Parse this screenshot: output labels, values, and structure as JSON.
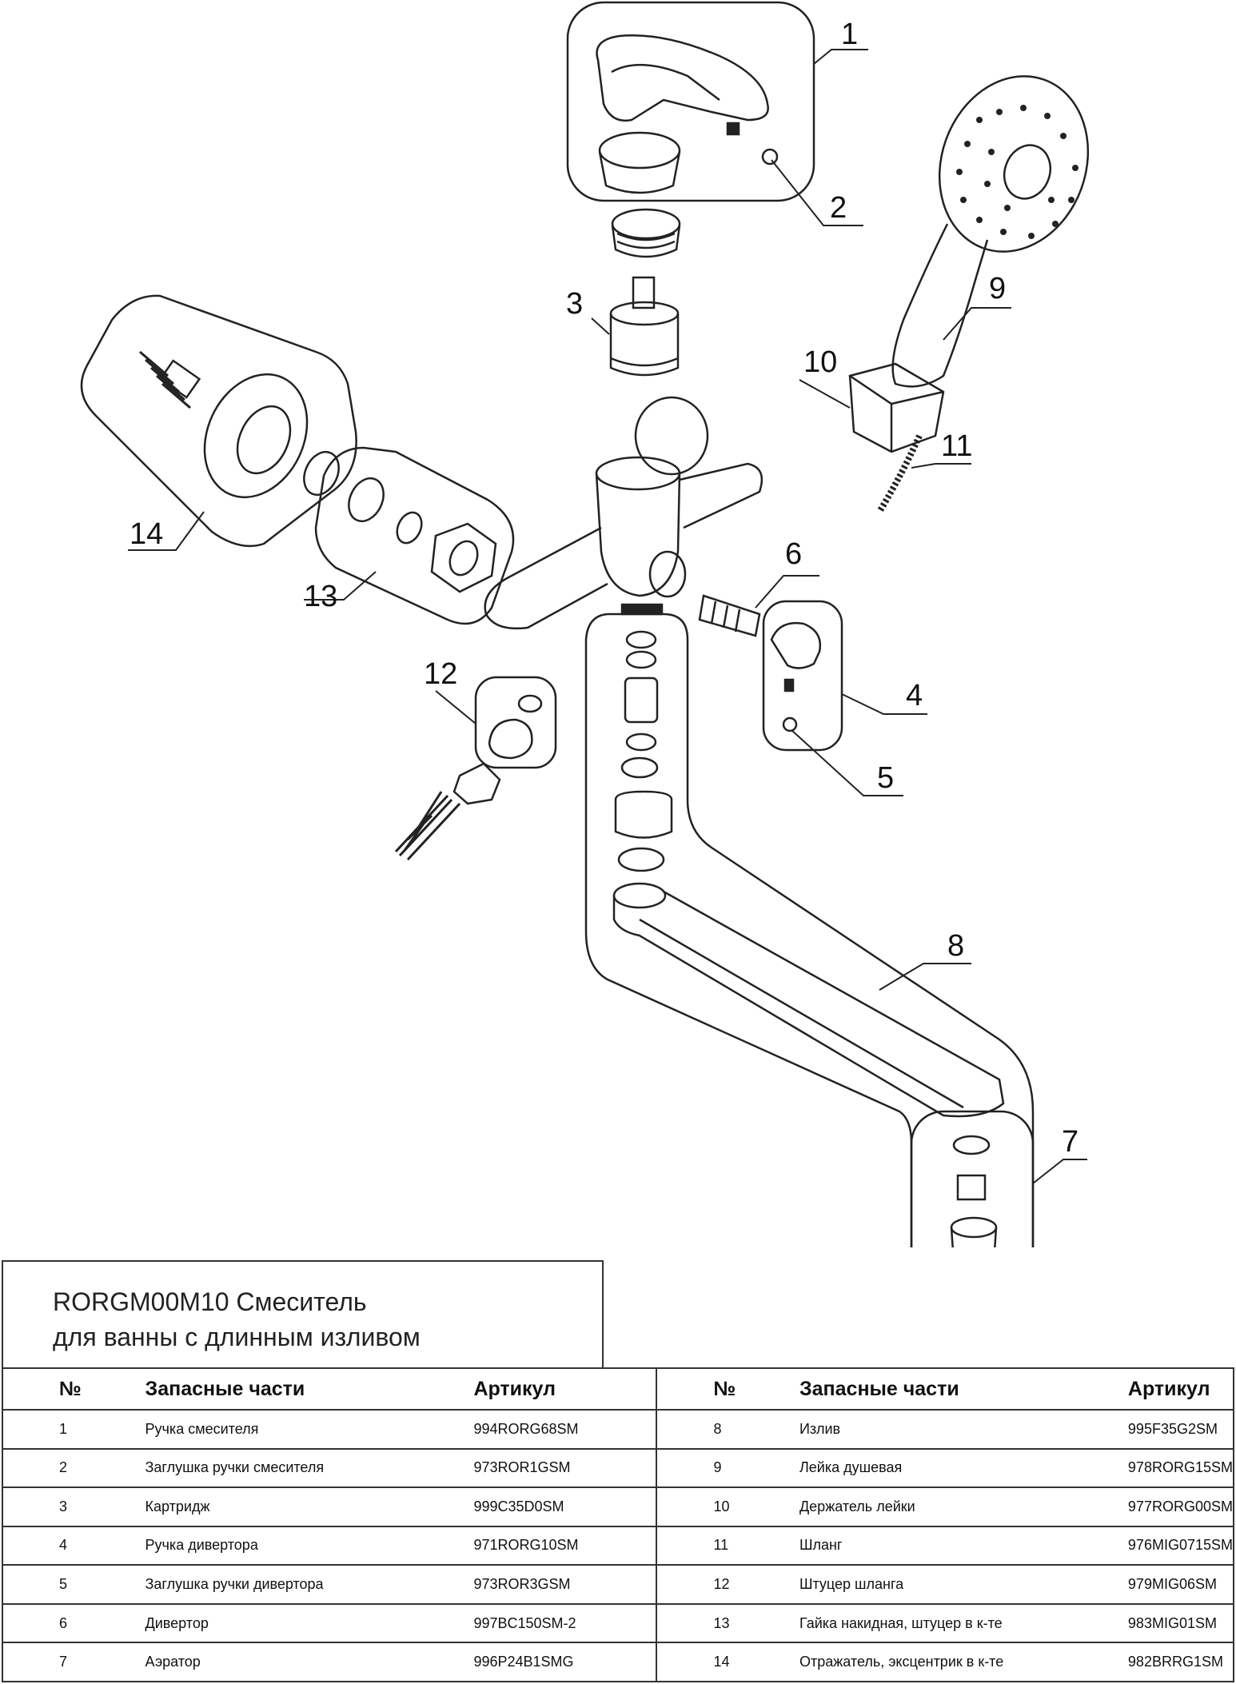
{
  "title": {
    "line1": "RORGM00M10 Смеситель",
    "line2": "для ванны с длинным изливом"
  },
  "callouts": [
    "1",
    "2",
    "3",
    "4",
    "5",
    "6",
    "7",
    "8",
    "9",
    "10",
    "11",
    "12",
    "13",
    "14"
  ],
  "table": {
    "headers": {
      "no": "№",
      "name": "Запасные части",
      "article": "Артикул"
    },
    "left": [
      {
        "no": "1",
        "name": "Ручка смесителя",
        "article": "994RORG68SM"
      },
      {
        "no": "2",
        "name": "Заглушка ручки смесителя",
        "article": "973ROR1GSM"
      },
      {
        "no": "3",
        "name": "Картридж",
        "article": "999C35D0SM"
      },
      {
        "no": "4",
        "name": "Ручка дивертора",
        "article": "971RORG10SM"
      },
      {
        "no": "5",
        "name": "Заглушка ручки дивертора",
        "article": "973ROR3GSM"
      },
      {
        "no": "6",
        "name": "Дивертор",
        "article": "997BC150SM-2"
      },
      {
        "no": "7",
        "name": "Аэратор",
        "article": "996P24B1SMG"
      }
    ],
    "right": [
      {
        "no": "8",
        "name": "Излив",
        "article": "995F35G2SM"
      },
      {
        "no": "9",
        "name": "Лейка душевая",
        "article": "978RORG15SM"
      },
      {
        "no": "10",
        "name": "Держатель лейки",
        "article": "977RORG00SM"
      },
      {
        "no": "11",
        "name": "Шланг",
        "article": "976MIG0715SM"
      },
      {
        "no": "12",
        "name": "Штуцер шланга",
        "article": "979MIG06SM"
      },
      {
        "no": "13",
        "name": "Гайка накидная, штуцер в к-те",
        "article": "983MIG01SM"
      },
      {
        "no": "14",
        "name": "Отражатель, эксцентрик в к-те",
        "article": "982BRRG1SM"
      }
    ]
  }
}
